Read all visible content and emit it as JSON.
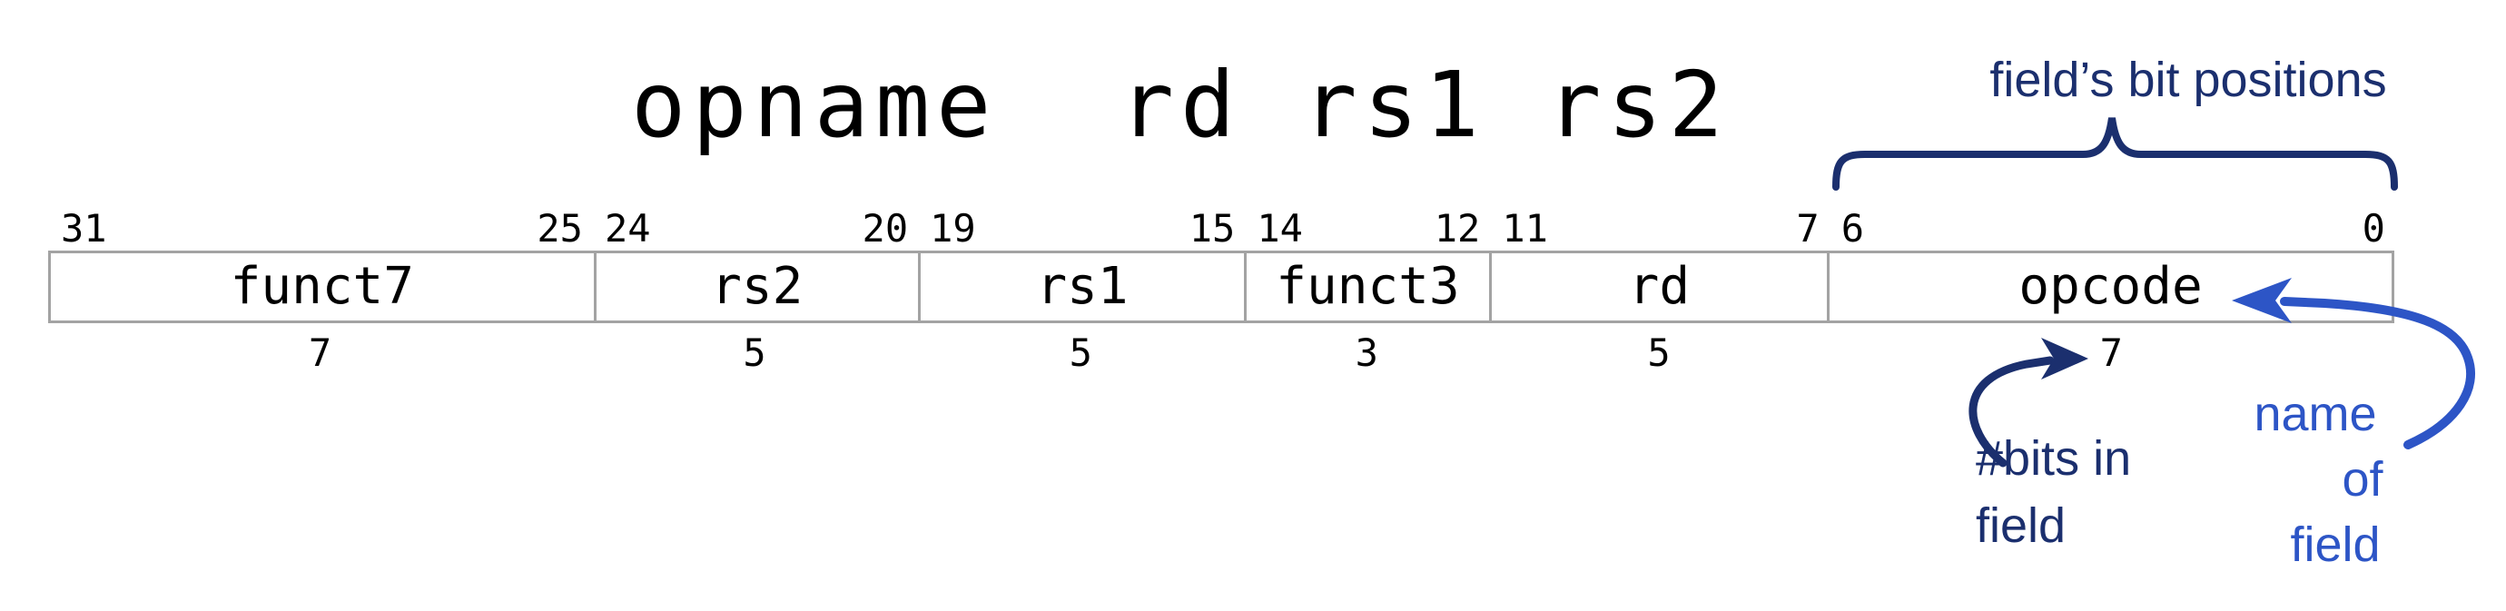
{
  "title": "opname  rd rs1 rs2",
  "colors": {
    "background": "#ffffff",
    "diagram_text": "#000000",
    "box_border": "#a3a3a3",
    "annotation_navy": "#1b2f6e",
    "annotation_royal_blue": "#2d55c6"
  },
  "instruction_format": {
    "fields": [
      {
        "name": "funct7",
        "hi_bit": "31",
        "lo_bit": "25",
        "bit_count": "7"
      },
      {
        "name": "rs2",
        "hi_bit": "24",
        "lo_bit": "20",
        "bit_count": "5"
      },
      {
        "name": "rs1",
        "hi_bit": "19",
        "lo_bit": "15",
        "bit_count": "5"
      },
      {
        "name": "funct3",
        "hi_bit": "14",
        "lo_bit": "12",
        "bit_count": "3"
      },
      {
        "name": "rd",
        "hi_bit": "11",
        "lo_bit": "7",
        "bit_count": "5"
      },
      {
        "name": "opcode",
        "hi_bit": "6",
        "lo_bit": "0",
        "bit_count": "7"
      }
    ]
  },
  "annotations": {
    "bit_positions_label": "field’s bit positions",
    "bits_in_field": {
      "line1": "#bits in",
      "line2": "field"
    },
    "name_of_field": {
      "line1": "name",
      "line2": "of",
      "line3": "field"
    }
  }
}
